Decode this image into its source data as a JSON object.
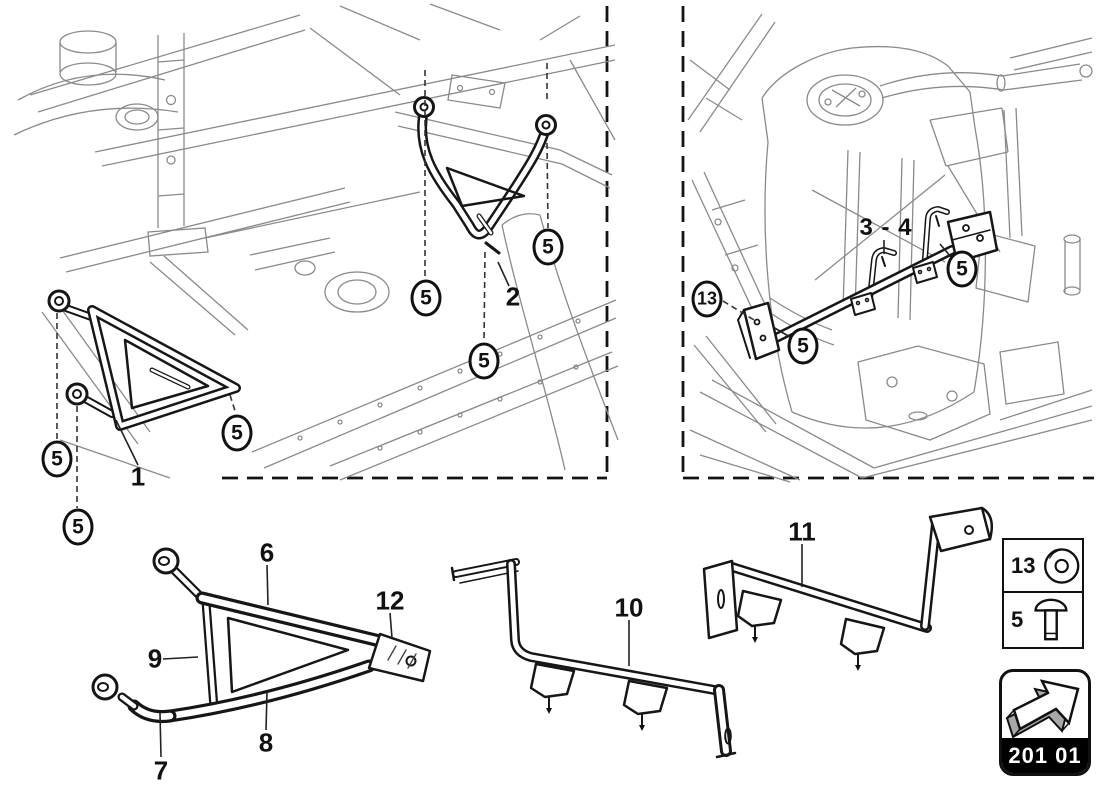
{
  "callouts": [
    {
      "label": "5"
    },
    {
      "label": "5"
    },
    {
      "label": "5"
    },
    {
      "label": "5"
    },
    {
      "label": "5"
    },
    {
      "label": "5"
    },
    {
      "label": "13"
    },
    {
      "label": "5"
    },
    {
      "label": "5"
    }
  ],
  "part_labels": [
    {
      "label": "1"
    },
    {
      "label": "2"
    },
    {
      "label": "3 - 4"
    },
    {
      "label": "6"
    },
    {
      "label": "12"
    },
    {
      "label": "9"
    },
    {
      "label": "8"
    },
    {
      "label": "7"
    },
    {
      "label": "10"
    },
    {
      "label": "11"
    }
  ],
  "legend": {
    "rows": [
      {
        "ref": "13",
        "icon": "washer-icon"
      },
      {
        "ref": "5",
        "icon": "bolt-icon"
      }
    ]
  },
  "page_code": {
    "text": "201 01",
    "icon": "page-arrow-icon"
  },
  "colors": {
    "line_art": "#8a8a8a",
    "part_stroke": "#161616",
    "callout_border": "#111111",
    "page_band": "#000000"
  }
}
